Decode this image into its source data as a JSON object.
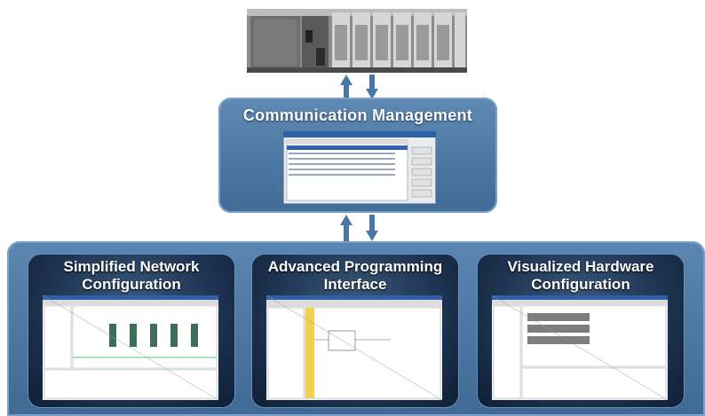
{
  "diagram": {
    "communication_management": {
      "title": "Communication Management"
    },
    "cards": [
      {
        "line1": "Simplified Network",
        "line2": "Configuration"
      },
      {
        "line1": "Advanced Programming",
        "line2": "Interface"
      },
      {
        "line1": "Visualized Hardware",
        "line2": "Configuration"
      }
    ]
  },
  "colors": {
    "panel_blue": "#4f7ba6",
    "card_dark": "#1f3553",
    "arrow_blue": "#4a78a6"
  },
  "icons": [
    "plc-hardware-image",
    "arrow-up-icon",
    "arrow-down-icon",
    "software-window-screenshot"
  ]
}
